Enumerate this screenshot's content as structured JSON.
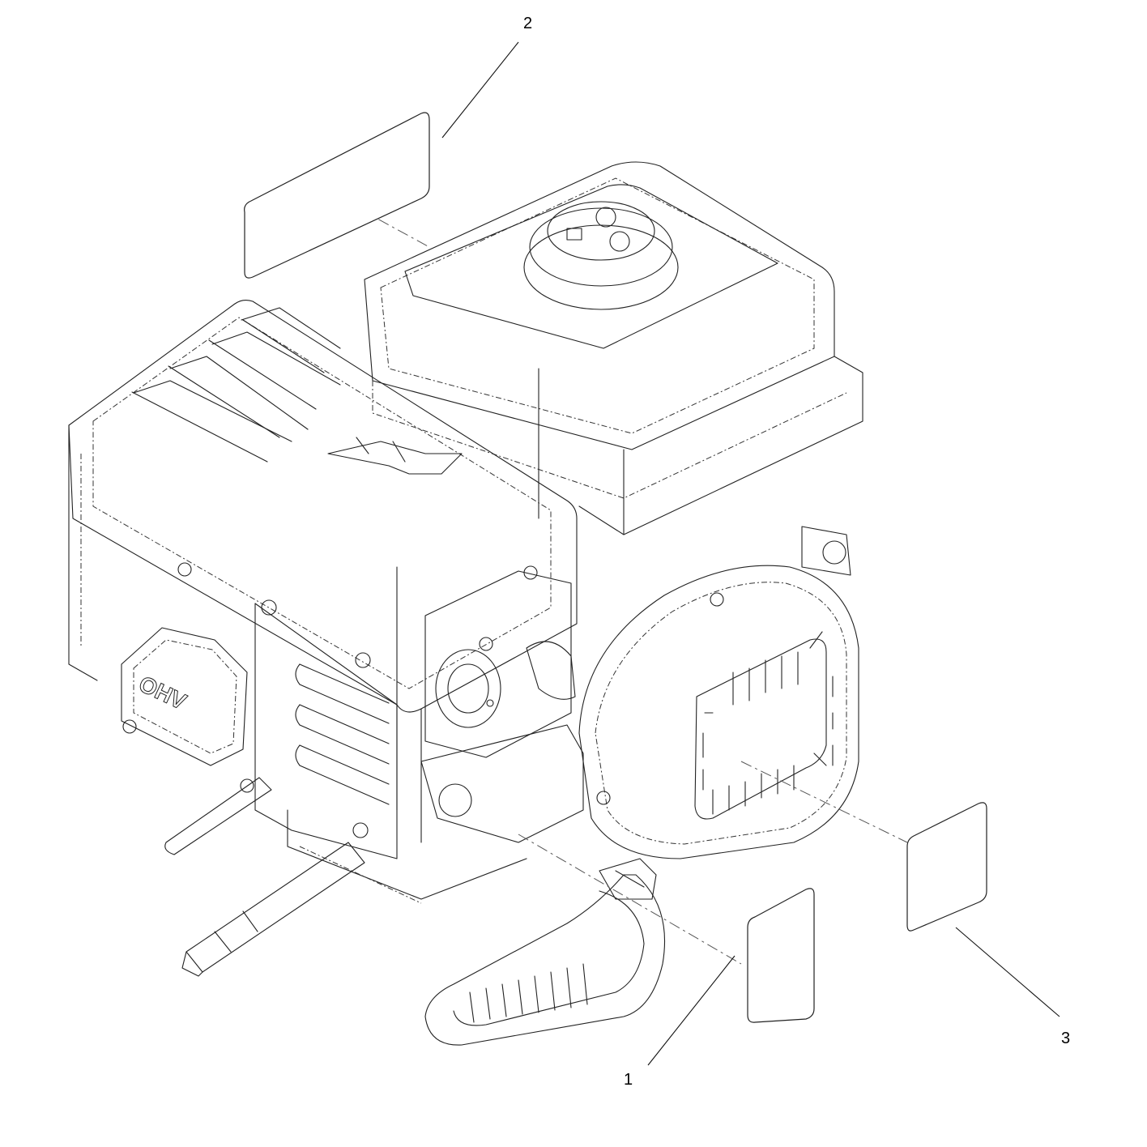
{
  "callouts": [
    {
      "id": "label-1",
      "number": "1"
    },
    {
      "id": "label-2",
      "number": "2"
    },
    {
      "id": "label-3",
      "number": "3"
    }
  ],
  "engine": {
    "valve_cover_text": "OHV"
  }
}
